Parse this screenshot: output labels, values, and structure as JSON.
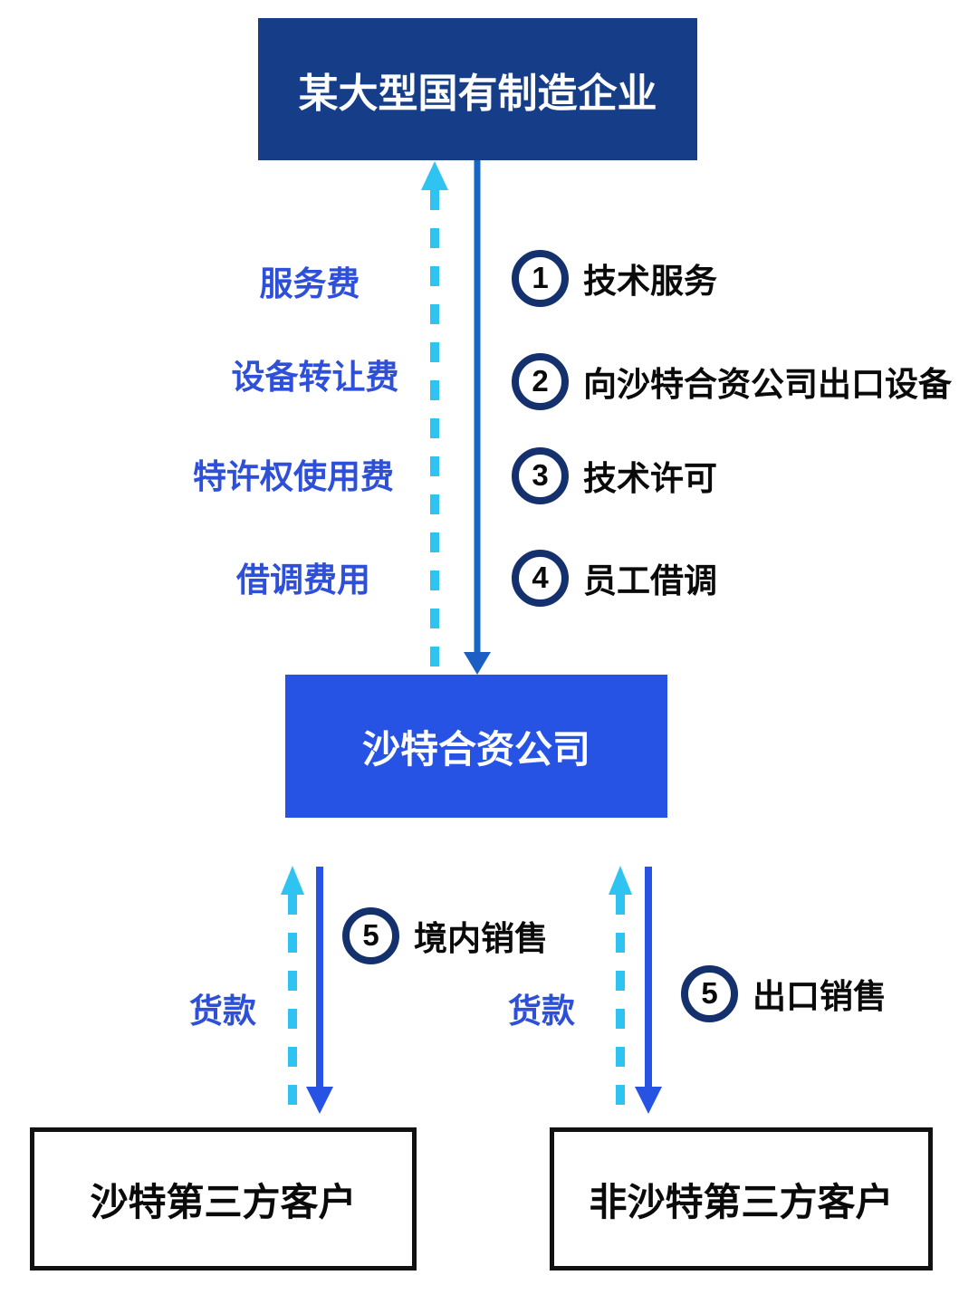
{
  "nodes": {
    "parent": {
      "label": "某大型国有制造企业"
    },
    "jv": {
      "label": "沙特合资公司"
    },
    "saudi_customers": {
      "label": "沙特第三方客户"
    },
    "non_saudi_customers": {
      "label": "非沙特第三方客户"
    }
  },
  "fees": {
    "service": "服务费",
    "equipment_transfer": "设备转让费",
    "royalty": "特许权使用费",
    "secondment": "借调费用"
  },
  "payments": {
    "left": "货款",
    "right": "货款"
  },
  "items": [
    {
      "num": "1",
      "label": "技术服务"
    },
    {
      "num": "2",
      "label": "向沙特合资公司出口设备"
    },
    {
      "num": "3",
      "label": "技术许可"
    },
    {
      "num": "4",
      "label": "员工借调"
    }
  ],
  "sales": [
    {
      "num": "5",
      "label": "境内销售"
    },
    {
      "num": "5",
      "label": "出口销售"
    }
  ],
  "colors": {
    "parent_box_navy": "#163D87",
    "jv_box_blue": "#2653E3",
    "customer_box_border": "#111111",
    "solid_arrow_top": "#1767C2",
    "solid_arrow_bottom": "#2653E4",
    "dashed_arrow_cyan": "#2FC3F2",
    "fee_label_blue": "#2E4FD8",
    "number_circle_ring": "#14316E",
    "item_text": "#0A0A0A"
  }
}
